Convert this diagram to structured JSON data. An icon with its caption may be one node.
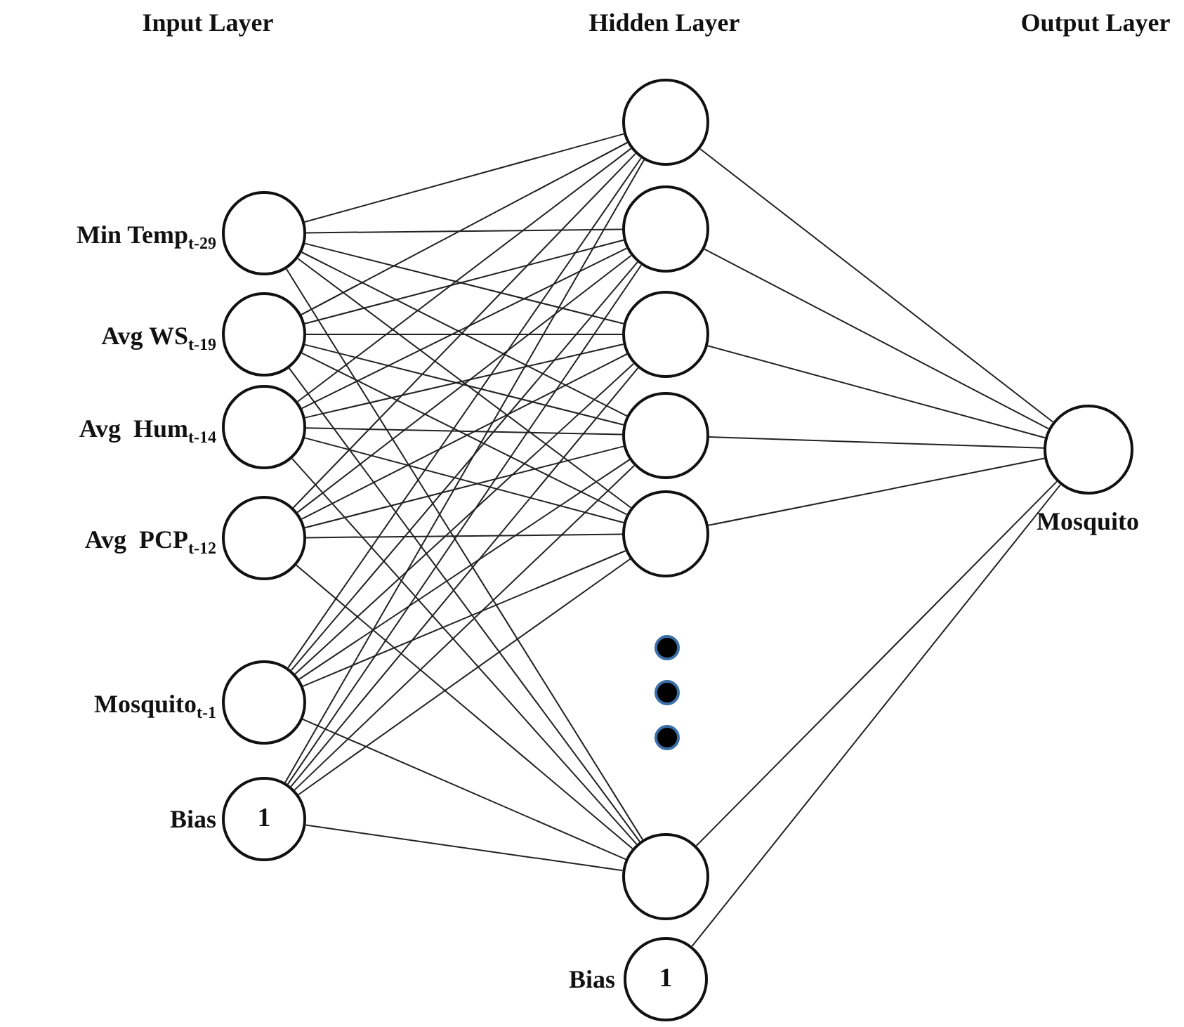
{
  "diagram": {
    "nodes": [
      {
        "text": [],
        "shape": "circle",
        "beside": [
          "Min Temp$_{t-29}$"
        ]
      },
      {
        "text": [],
        "shape": "circle",
        "beside": [
          "Avg WS$_{t-19}$"
        ]
      },
      {
        "text": [],
        "shape": "circle",
        "beside": [
          "Avg  Hum$_{t-14}$"
        ]
      },
      {
        "text": [],
        "shape": "circle",
        "beside": [
          "Avg  PCP$_{t-12}$"
        ]
      },
      {
        "text": [],
        "shape": "circle",
        "beside": [
          "Mosquito$_{t-1}$"
        ]
      },
      {
        "text": [
          "1"
        ],
        "beside": [
          "Bias"
        ]
      },
      {
        "text": [],
        "shape": "circle"
      },
      {
        "text": [],
        "shape": "circle"
      },
      {
        "text": [],
        "shape": "circle"
      },
      {
        "text": [],
        "shape": "circle"
      },
      {
        "text": [],
        "shape": "circle"
      },
      {
        "text": [],
        "shape": "circle"
      },
      {
        "text": [
          "1"
        ],
        "beside": [
          "Bias"
        ]
      },
      {
        "text": [],
        "shape": "circle",
        "beside": [
          "Mosquito"
        ]
      }
    ],
    "edges": [
      {
        "from": 0,
        "to": 6,
        "arrow": "none"
      },
      {
        "from": 0,
        "to": 7,
        "arrow": "none"
      },
      {
        "from": 0,
        "to": 8,
        "arrow": "none"
      },
      {
        "from": 0,
        "to": 9,
        "arrow": "none"
      },
      {
        "from": 0,
        "to": 10,
        "arrow": "none"
      },
      {
        "from": 0,
        "to": 11,
        "arrow": "none"
      },
      {
        "from": 1,
        "to": 6,
        "arrow": "none"
      },
      {
        "from": 1,
        "to": 7,
        "arrow": "none"
      },
      {
        "from": 1,
        "to": 8,
        "arrow": "none"
      },
      {
        "from": 1,
        "to": 9,
        "arrow": "none"
      },
      {
        "from": 1,
        "to": 10,
        "arrow": "none"
      },
      {
        "from": 1,
        "to": 11,
        "arrow": "none"
      },
      {
        "from": 2,
        "to": 6,
        "arrow": "none"
      },
      {
        "from": 2,
        "to": 7,
        "arrow": "none"
      },
      {
        "from": 2,
        "to": 8,
        "arrow": "none"
      },
      {
        "from": 2,
        "to": 9,
        "arrow": "none"
      },
      {
        "from": 2,
        "to": 10,
        "arrow": "none"
      },
      {
        "from": 2,
        "to": 11,
        "arrow": "none"
      },
      {
        "from": 3,
        "to": 6,
        "arrow": "none"
      },
      {
        "from": 3,
        "to": 7,
        "arrow": "none"
      },
      {
        "from": 3,
        "to": 8,
        "arrow": "none"
      },
      {
        "from": 3,
        "to": 9,
        "arrow": "none"
      },
      {
        "from": 3,
        "to": 10,
        "arrow": "none"
      },
      {
        "from": 3,
        "to": 11,
        "arrow": "none"
      },
      {
        "from": 4,
        "to": 6,
        "arrow": "none"
      },
      {
        "from": 4,
        "to": 7,
        "arrow": "none"
      },
      {
        "from": 4,
        "to": 8,
        "arrow": "none"
      },
      {
        "from": 4,
        "to": 9,
        "arrow": "none"
      },
      {
        "from": 4,
        "to": 10,
        "arrow": "none"
      },
      {
        "from": 4,
        "to": 11,
        "arrow": "none"
      },
      {
        "from": 5,
        "to": 6,
        "arrow": "none"
      },
      {
        "from": 5,
        "to": 7,
        "arrow": "none"
      },
      {
        "from": 5,
        "to": 8,
        "arrow": "none"
      },
      {
        "from": 5,
        "to": 9,
        "arrow": "none"
      },
      {
        "from": 5,
        "to": 10,
        "arrow": "none"
      },
      {
        "from": 5,
        "to": 11,
        "arrow": "none"
      },
      {
        "from": 6,
        "to": 13,
        "arrow": "none"
      },
      {
        "from": 7,
        "to": 13,
        "arrow": "none"
      },
      {
        "from": 8,
        "to": 13,
        "arrow": "none"
      },
      {
        "from": 9,
        "to": 13,
        "arrow": "none"
      },
      {
        "from": 10,
        "to": 13,
        "arrow": "none"
      },
      {
        "from": 11,
        "to": 13,
        "arrow": "none"
      },
      {
        "from": 12,
        "to": 13,
        "arrow": "none"
      }
    ],
    "labels": [
      "Input Layer",
      "Hidden Layer",
      "Output Layer"
    ]
  }
}
